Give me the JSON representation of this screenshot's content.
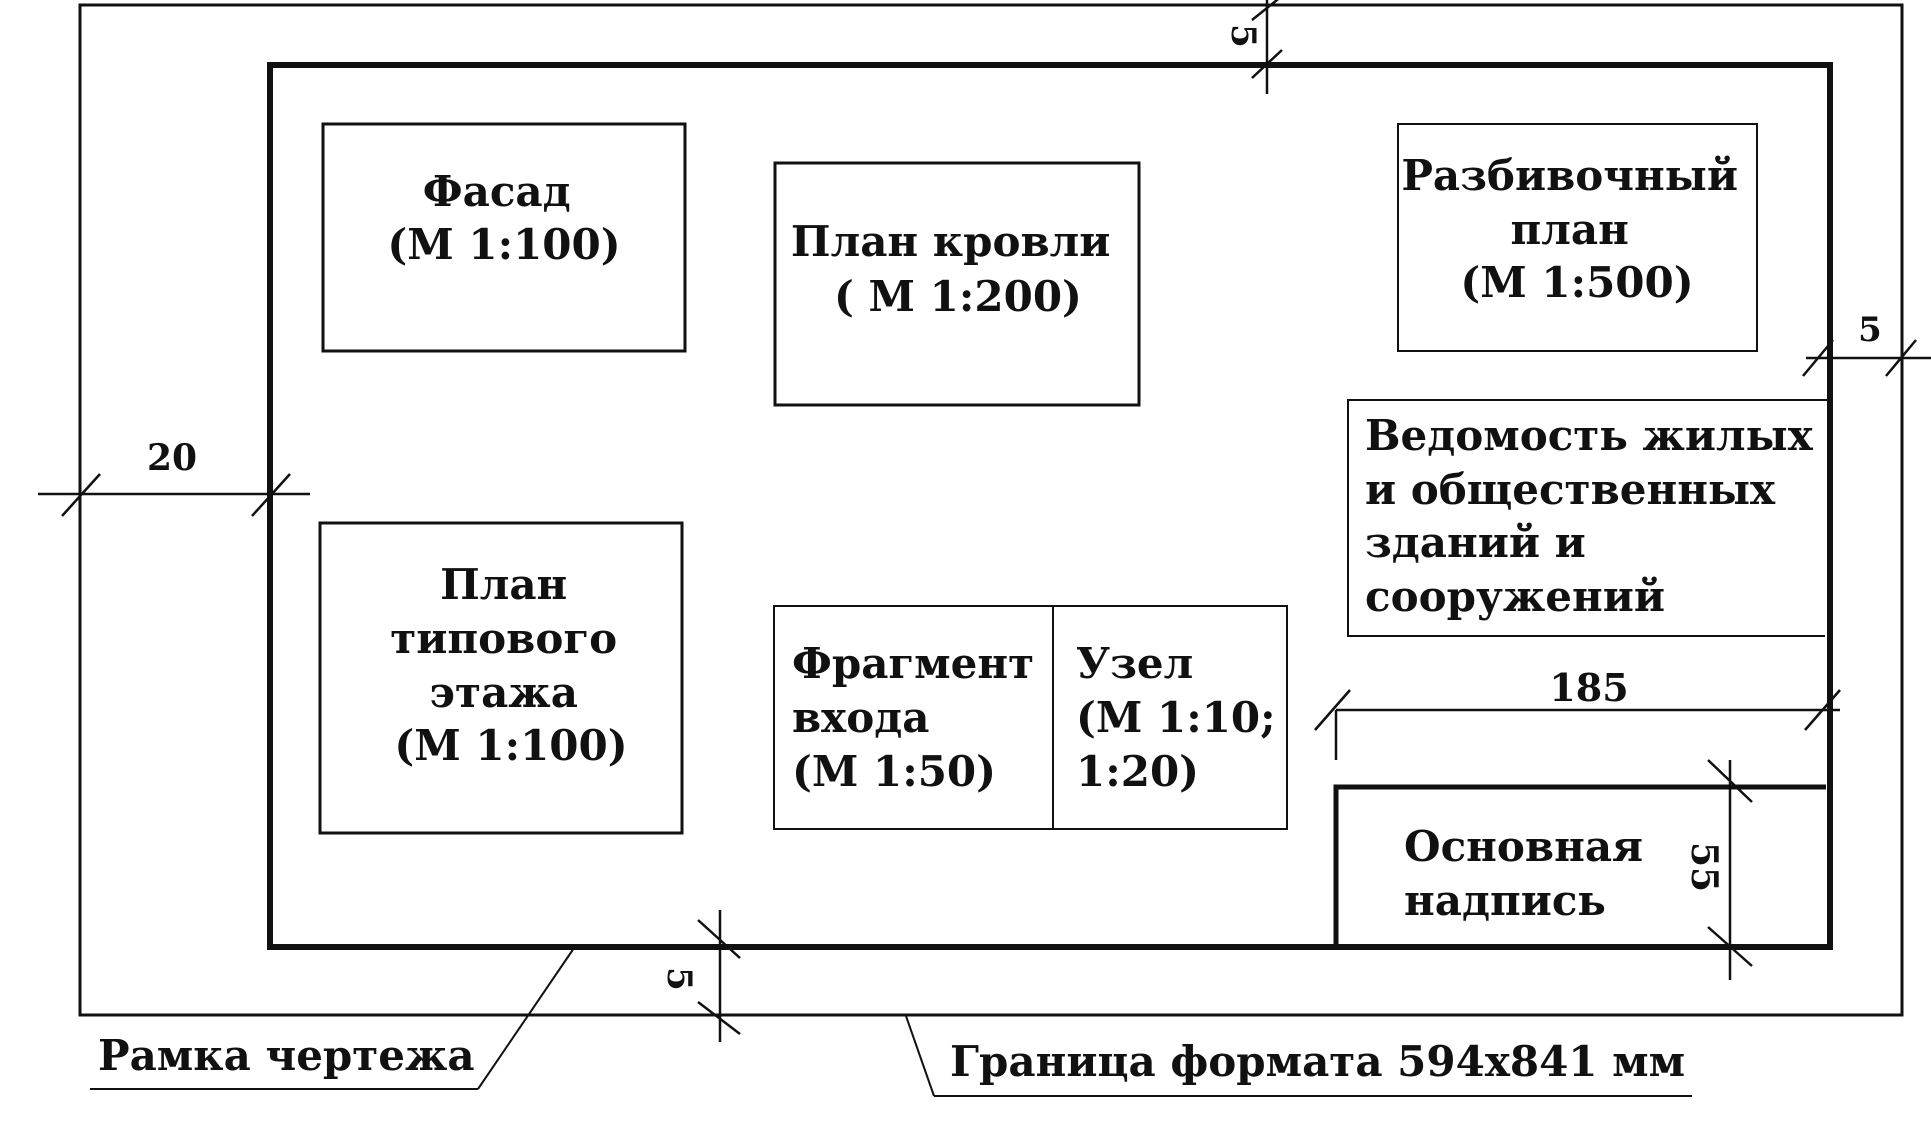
{
  "panels": {
    "facade": [
      "Фасад",
      "(М 1:100)"
    ],
    "roof_plan": [
      "План кровли",
      "( М 1:200)"
    ],
    "layout_plan": [
      "Разбивочный",
      "план",
      "(М 1:500)"
    ],
    "schedule": [
      "Ведомость жилых",
      "и общественных",
      "зданий и",
      "сооружений"
    ],
    "typical_floor": [
      "План",
      "типового",
      "этажа",
      "(М 1:100)"
    ],
    "entrance_fragment": [
      "Фрагмент",
      "входа",
      "(М 1:50)"
    ],
    "node": [
      "Узел",
      "(М 1:10;",
      "1:20)"
    ],
    "title_block": [
      "Основная",
      "надпись"
    ]
  },
  "dimensions": {
    "top_offset": "5",
    "right_offset": "5",
    "left_margin": "20",
    "bottom_offset": "5",
    "title_width": "185",
    "title_height": "55"
  },
  "leaders": {
    "drawing_frame": "Рамка чертежа",
    "format_border": "Граница формата 594х841 мм"
  }
}
